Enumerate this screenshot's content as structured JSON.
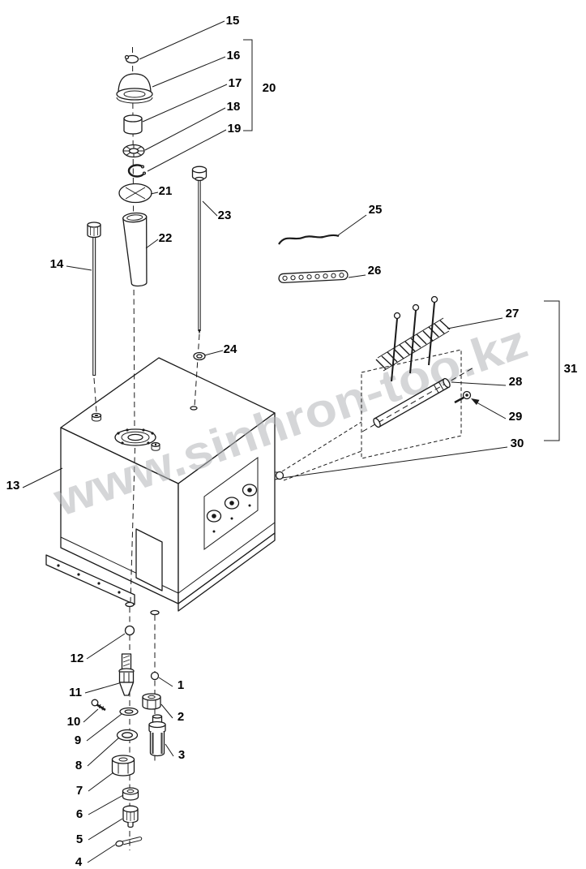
{
  "diagram": {
    "background": "#ffffff",
    "line_color": "#1a1a1a",
    "watermark": "www.sinhron-too.kz",
    "watermark_color": "#b3b6b9",
    "part_labels": [
      "1",
      "2",
      "3",
      "4",
      "5",
      "6",
      "7",
      "8",
      "9",
      "10",
      "11",
      "12",
      "13",
      "14",
      "15",
      "16",
      "17",
      "18",
      "19",
      "20",
      "21",
      "22",
      "23",
      "24",
      "25",
      "26",
      "27",
      "28",
      "29",
      "30",
      "31"
    ]
  }
}
